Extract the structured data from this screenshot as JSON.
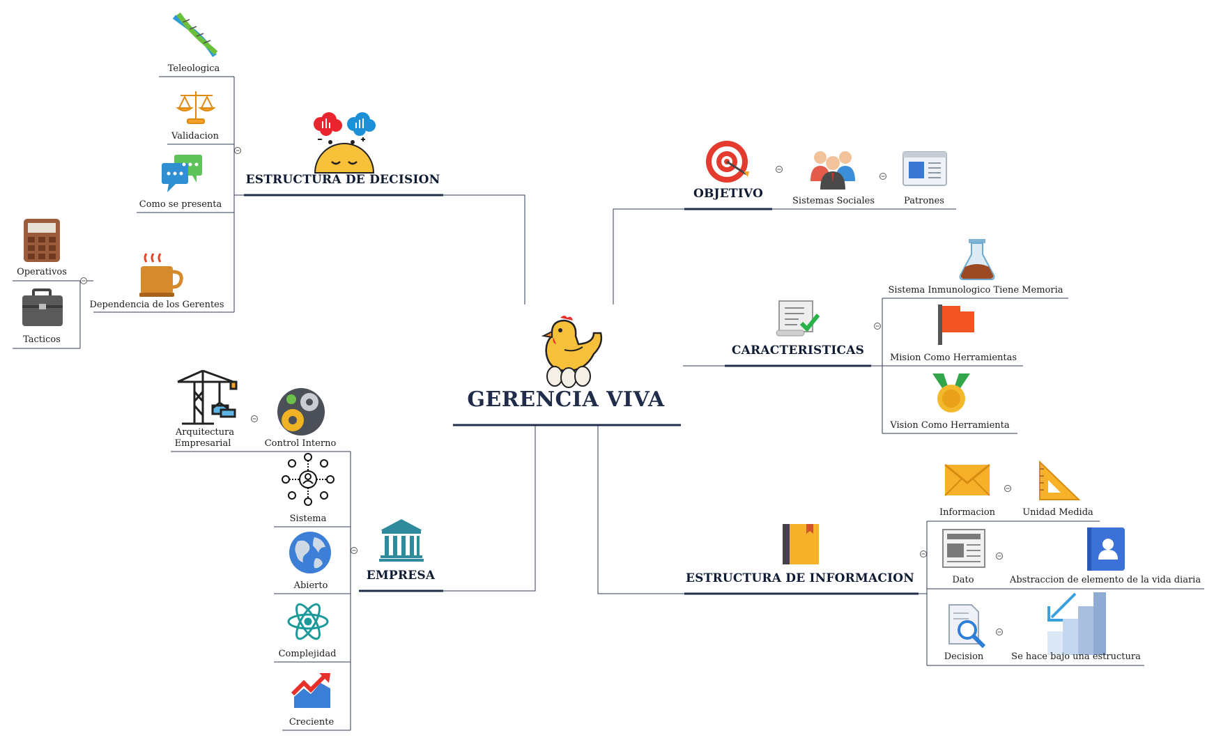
{
  "title": "GERENCIA VIVA",
  "branches": {
    "estructura_decision": {
      "label": "ESTRUCTURA DE DECISION",
      "children": {
        "teleologica": "Teleologica",
        "validacion": "Validacion",
        "como_se_presenta": "Como se presenta",
        "dependencia": "Dependencia de los Gerentes",
        "operativos": "Operativos",
        "tacticos": "Tacticos"
      }
    },
    "objetivo": {
      "label": "OBJETIVO",
      "children": {
        "sistemas_sociales": "Sistemas Sociales",
        "patrones": "Patrones"
      }
    },
    "caracteristicas": {
      "label": "CARACTERISTICAS",
      "children": {
        "sistema_inmunologico": "Sistema Inmunologico Tiene Memoria",
        "mision": "Mision Como Herramientas",
        "vision": "Vision Como Herramienta"
      }
    },
    "empresa": {
      "label": "EMPRESA",
      "children": {
        "arquitectura_1": "Arquitectura",
        "arquitectura_2": "Empresarial",
        "control_interno": "Control Interno",
        "sistema": "Sistema",
        "abierto": "Abierto",
        "complejidad": "Complejidad",
        "creciente": "Creciente"
      }
    },
    "estructura_informacion": {
      "label": "ESTRUCTURA DE INFORMACION",
      "children": {
        "informacion": "Informacion",
        "unidad_medida": "Unidad Medida",
        "dato": "Dato",
        "abstraccion": "Abstraccion de elemento de la vida diaria",
        "decision": "Decision",
        "estructura": "Se hace bajo una estructura"
      }
    }
  },
  "colors": {
    "line": "#2f3a55",
    "main_underline": "#1f2d4a"
  }
}
